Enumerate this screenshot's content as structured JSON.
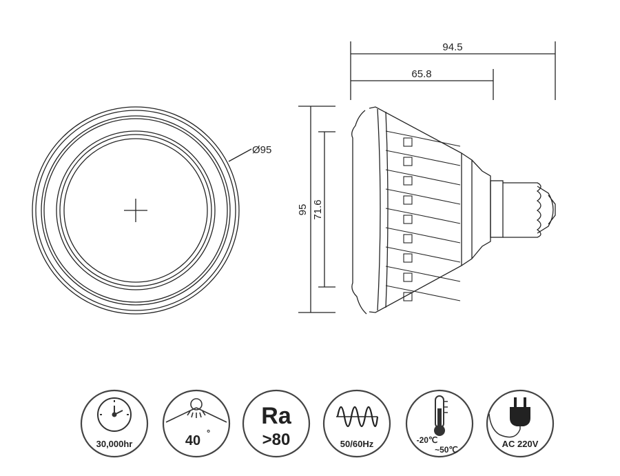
{
  "drawing": {
    "diameter_label": "Ø95",
    "dim_overall_length": "94.5",
    "dim_body_length": "65.8",
    "dim_height": "95",
    "dim_inner_height": "71.6"
  },
  "icons": [
    {
      "name": "lifetime",
      "icon": "clock-icon",
      "label": "30,000hr"
    },
    {
      "name": "beam-angle",
      "icon": "beam-angle-icon",
      "label": "40",
      "degree": "°"
    },
    {
      "name": "cri",
      "icon": "ra-icon",
      "big": "Ra",
      "sub": ">80"
    },
    {
      "name": "frequency",
      "icon": "sine-wave-icon",
      "label": "50/60Hz"
    },
    {
      "name": "temperature",
      "icon": "thermometer-icon",
      "low": "-20℃",
      "high": "~50℃"
    },
    {
      "name": "voltage",
      "icon": "plug-icon",
      "label": "AC 220V"
    }
  ],
  "colors": {
    "line": "#222222",
    "icon_stroke": "#444444"
  }
}
